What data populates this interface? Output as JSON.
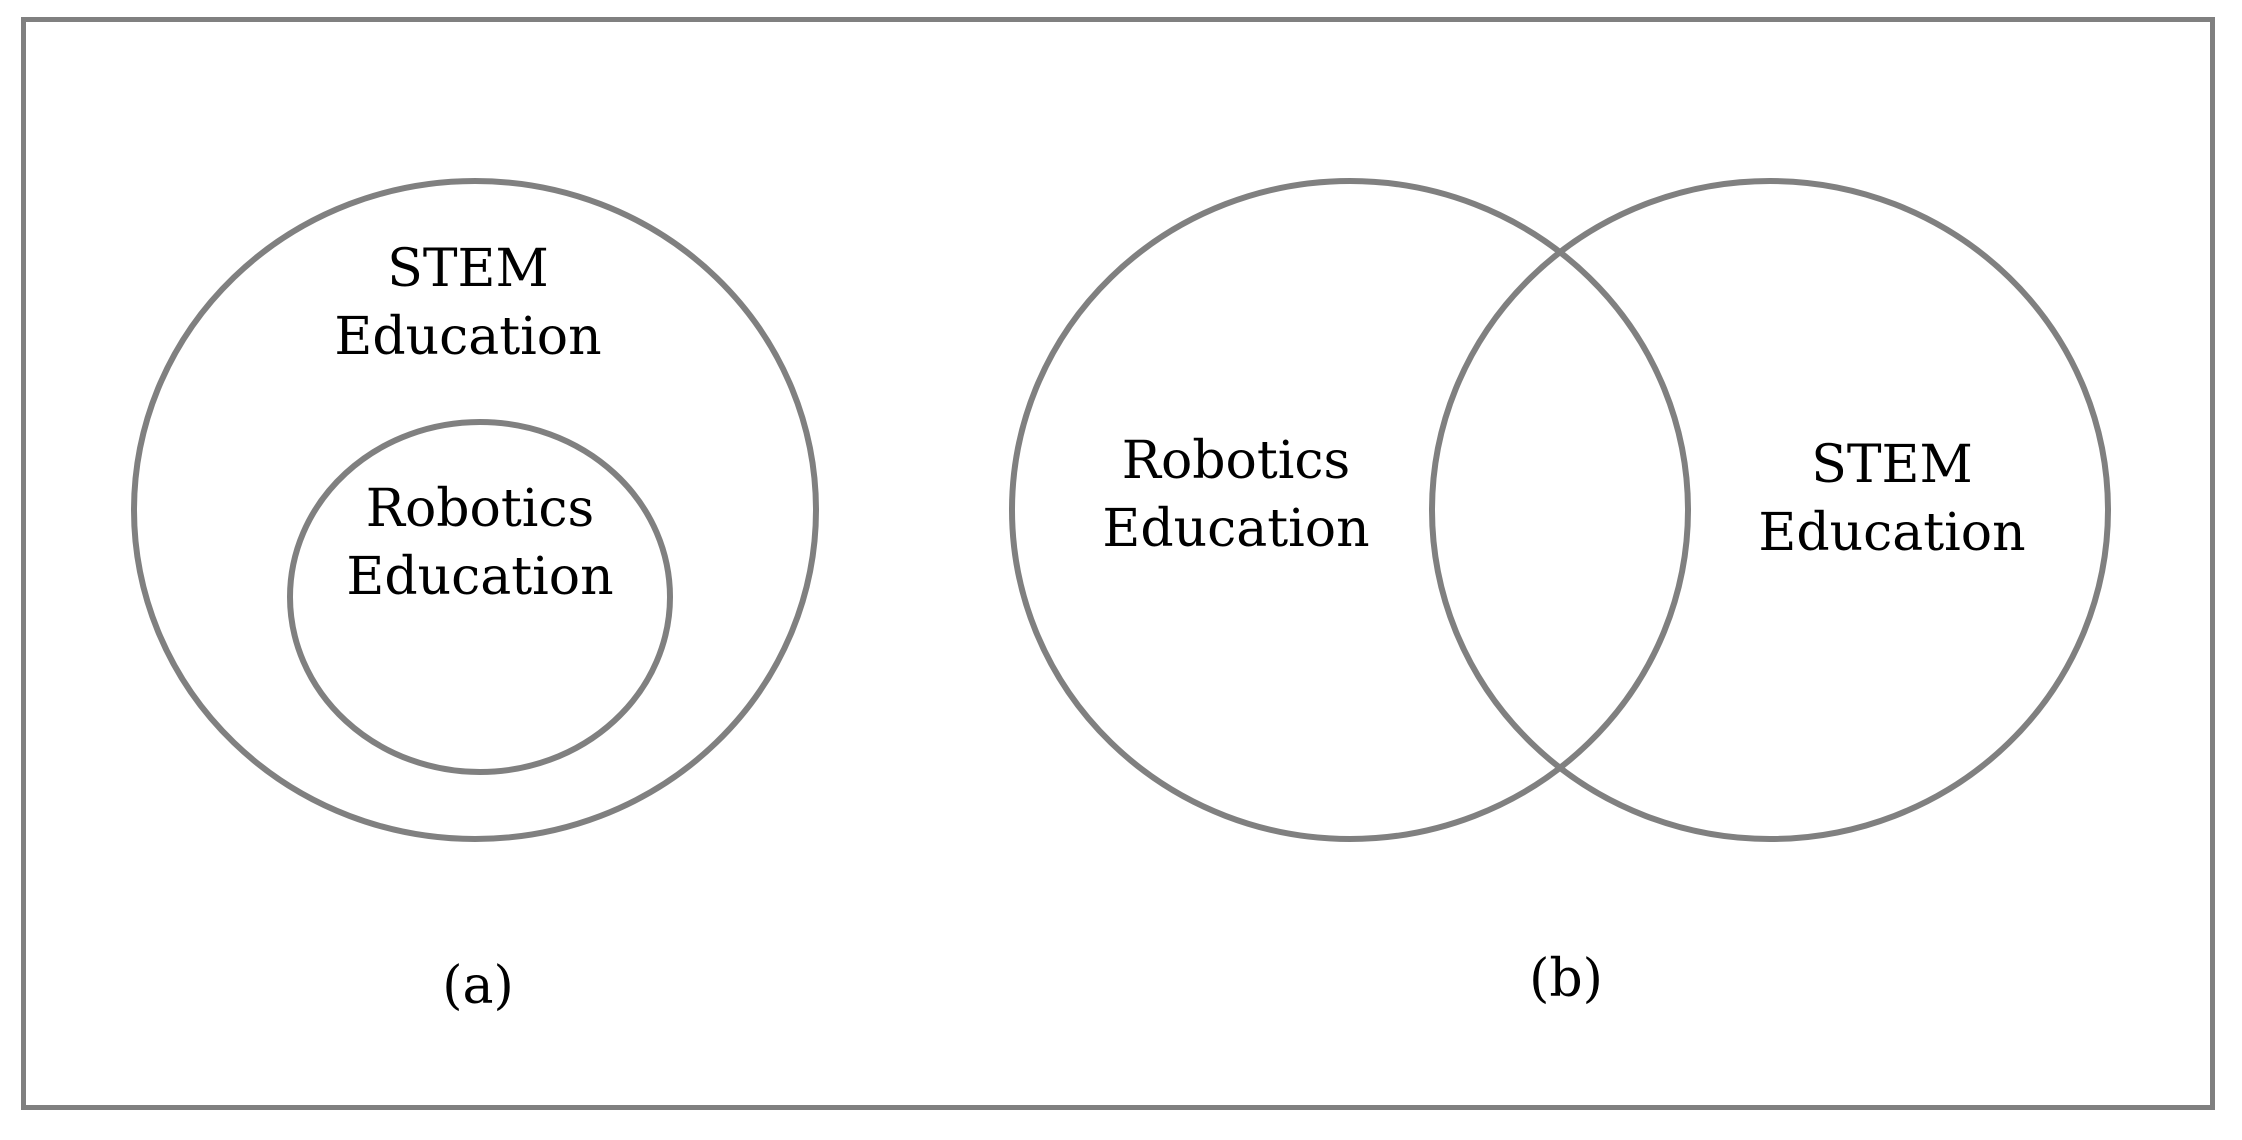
{
  "colors": {
    "stroke": "#808080",
    "text": "#000000",
    "background": "#ffffff"
  },
  "diagram_a": {
    "caption": "(a)",
    "outer_label": [
      "STEM",
      "Education"
    ],
    "inner_label": [
      "Robotics",
      "Education"
    ]
  },
  "diagram_b": {
    "caption": "(b)",
    "left_label": [
      "Robotics",
      "Education"
    ],
    "right_label": [
      "STEM",
      "Education"
    ]
  }
}
